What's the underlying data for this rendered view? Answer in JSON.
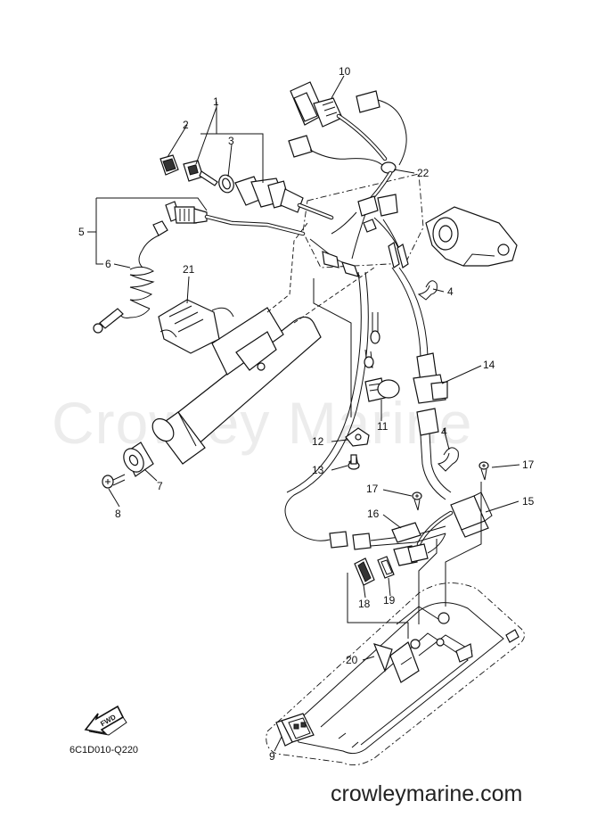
{
  "watermark": "Crowley Marine",
  "diagram_code": "6C1D010-Q220",
  "site": "crowleymarine.com",
  "fwd_label": "FWD",
  "callouts": {
    "c1": "1",
    "c2": "2",
    "c3": "3",
    "c4a": "4",
    "c4b": "4",
    "c5": "5",
    "c6": "6",
    "c7": "7",
    "c8": "8",
    "c9": "9",
    "c10": "10",
    "c11": "11",
    "c12": "12",
    "c13": "13",
    "c14": "14",
    "c15": "15",
    "c16": "16",
    "c17a": "17",
    "c17b": "17",
    "c18": "18",
    "c19": "19",
    "c20": "20",
    "c21": "21",
    "c22": "22"
  }
}
